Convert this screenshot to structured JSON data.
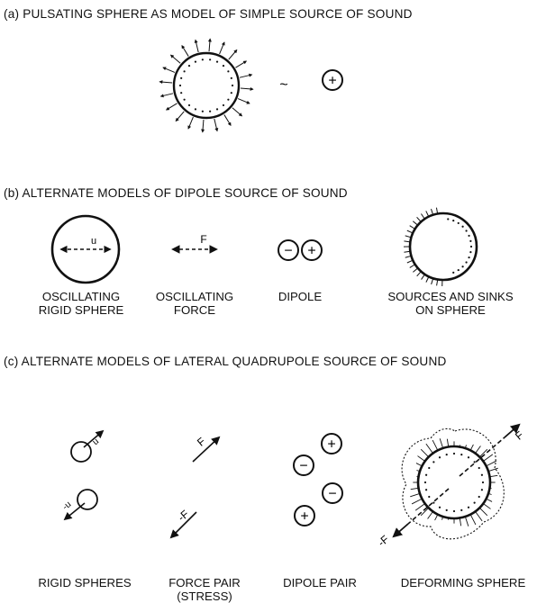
{
  "section_a": {
    "heading": "(a) PULSATING SPHERE AS MODEL OF SIMPLE SOURCE OF SOUND",
    "equiv_symbol": "~",
    "source_sign": "+"
  },
  "section_b": {
    "heading": "(b) ALTERNATE MODELS OF DIPOLE SOURCE OF SOUND",
    "captions": {
      "rigid_sphere": [
        "OSCILLATING",
        "RIGID SPHERE"
      ],
      "force": [
        "OSCILLATING",
        "FORCE"
      ],
      "dipole": [
        "DIPOLE"
      ],
      "sources_sinks": [
        "SOURCES AND SINKS",
        "ON SPHERE"
      ]
    },
    "sphere_velocity_label": "u",
    "force_label": "F",
    "dipole_signs": [
      "−",
      "+"
    ]
  },
  "section_c": {
    "heading": "(c) ALTERNATE MODELS OF LATERAL QUADRUPOLE SOURCE OF SOUND",
    "captions": {
      "rigid_spheres": [
        "RIGID SPHERES"
      ],
      "force_pair": [
        "FORCE PAIR",
        "(STRESS)"
      ],
      "dipole_pair": [
        "DIPOLE PAIR"
      ],
      "deforming_sphere": [
        "DEFORMING SPHERE"
      ]
    },
    "upper_sphere_label": "u",
    "lower_sphere_label": "-u",
    "force_label": "F",
    "neg_force_label": "-F",
    "dipole_pair_signs": [
      "+",
      "−",
      "−",
      "+"
    ]
  },
  "colors": {
    "ink": "#111111",
    "background": "#ffffff"
  }
}
